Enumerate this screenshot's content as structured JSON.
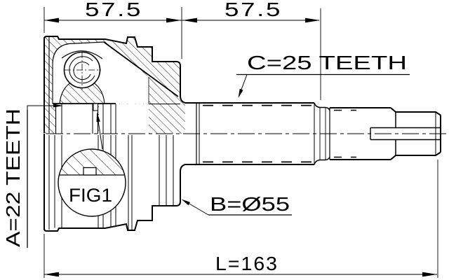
{
  "drawing": {
    "dimensions": {
      "top_left": "57.5",
      "top_right": "57.5",
      "overall_length": "L=163"
    },
    "callouts": {
      "spline_a": "A=22 TEETH",
      "spline_c": "C=25 TEETH",
      "diameter_b": "B=Ø55",
      "figure_label": "FIG1"
    },
    "colors": {
      "line": "#000000",
      "background": "#ffffff"
    }
  }
}
